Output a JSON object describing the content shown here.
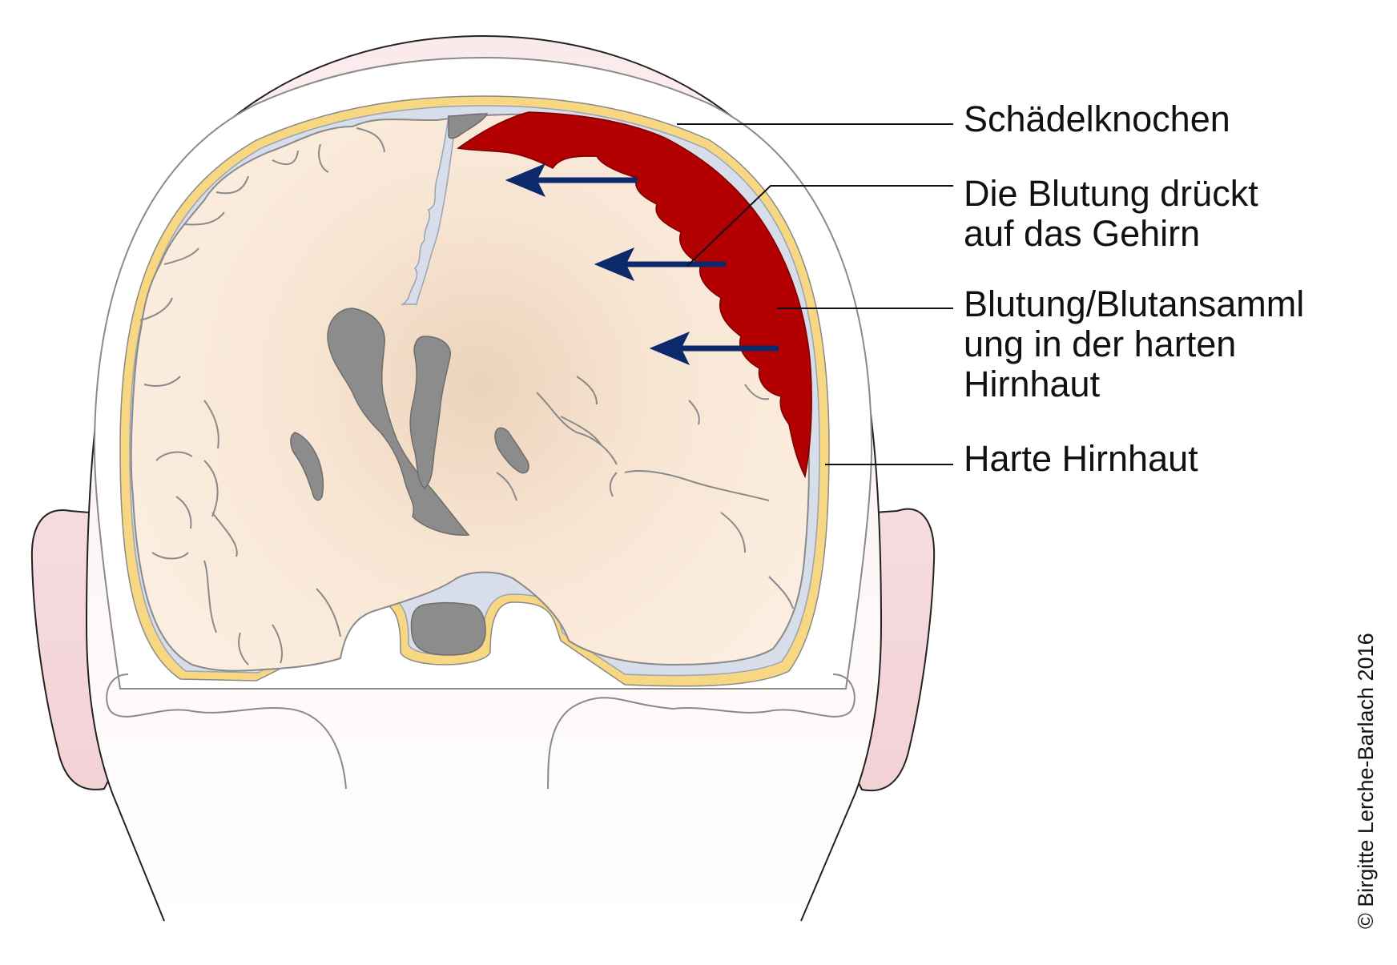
{
  "labels": {
    "skull_bone": "Schädelknochen",
    "pressure_line1": "Die Blutung drückt",
    "pressure_line2": "auf das Gehirn",
    "hematoma_line1": "Blutung/Blutansamml",
    "hematoma_line2": "ung in der harten",
    "hematoma_line3": "Hirnhaut",
    "dura": "Harte Hirnhaut"
  },
  "copyright": "© Birgitte Lerche-Barlach 2016",
  "colors": {
    "scalp": "#f7e1e3",
    "dura_yellow": "#f7d782",
    "csf_blue": "#d7dde9",
    "brain": "#fbebdc",
    "brain_center": "#efd8c2",
    "ventricle": "#8c8c8c",
    "blood": "#b30000",
    "arrow": "#0c2a6b",
    "outline": "#7a7a7a"
  }
}
